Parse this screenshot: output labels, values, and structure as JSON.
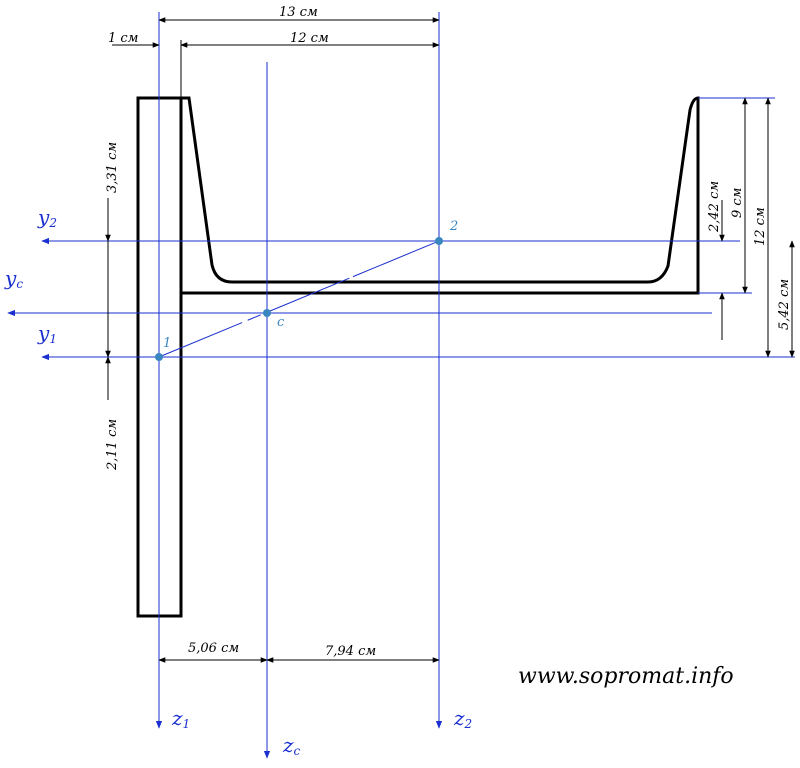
{
  "dimensions": {
    "total_width": "13 см",
    "channel_width": "12 см",
    "plate_thickness": "1 см",
    "plate_top_to_y2": "3,31 см",
    "y1_to_bottom": "2,11 см",
    "channel_top_to_y2": "2,42 см",
    "channel_height_9": "9 см",
    "channel_height_12": "12 см",
    "y1_to_channel_top": "5,42 см",
    "z1_to_zc": "5,06 см",
    "zc_to_z2": "7,94 см"
  },
  "axes": {
    "y2": {
      "main": "y",
      "sub": "2"
    },
    "yc": {
      "main": "y",
      "sub": "c"
    },
    "y1": {
      "main": "y",
      "sub": "1"
    },
    "z1": {
      "main": "z",
      "sub": "1"
    },
    "zc": {
      "main": "z",
      "sub": "c"
    },
    "z2": {
      "main": "z",
      "sub": "2"
    }
  },
  "points": {
    "p1": "1",
    "p2": "2",
    "pc": "c"
  },
  "website": "www.sopromat.info",
  "colors": {
    "axis": "#1a2fd0",
    "point": "#3a86c0",
    "outline": "#000000"
  }
}
